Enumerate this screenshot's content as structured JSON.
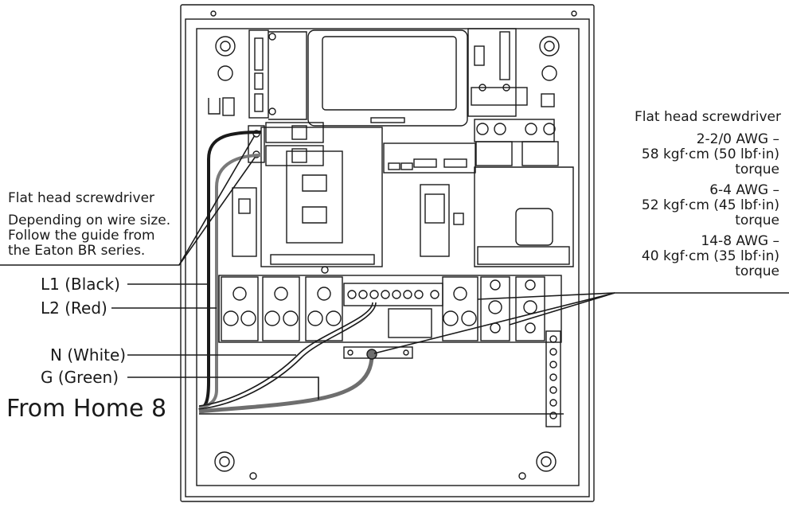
{
  "left_labels": {
    "tool": "Flat head screwdriver",
    "note_lines": [
      "Depending on wire size.",
      "Follow the guide from",
      "the Eaton BR series."
    ]
  },
  "wire_labels": {
    "l1": "L1 (Black)",
    "l2": "L2 (Red)",
    "n": "N (White)",
    "g": "G (Green)"
  },
  "source_label": "From Home 8",
  "right_labels": {
    "tool": "Flat head screwdriver",
    "specs": [
      {
        "gauge": "2-2/0 AWG –",
        "torque": "58 kgf·cm (50 lbf·in)",
        "unit": "torque"
      },
      {
        "gauge": "6-4 AWG –",
        "torque": "52 kgf·cm (45 lbf·in)",
        "unit": "torque"
      },
      {
        "gauge": "14-8 AWG –",
        "torque": "40 kgf·cm (35 lbf·in)",
        "unit": "torque"
      }
    ]
  },
  "colors": {
    "line": "#1a1a1a",
    "wire_gray": "#7a7a7a",
    "panel_fill": "#ffffff"
  }
}
